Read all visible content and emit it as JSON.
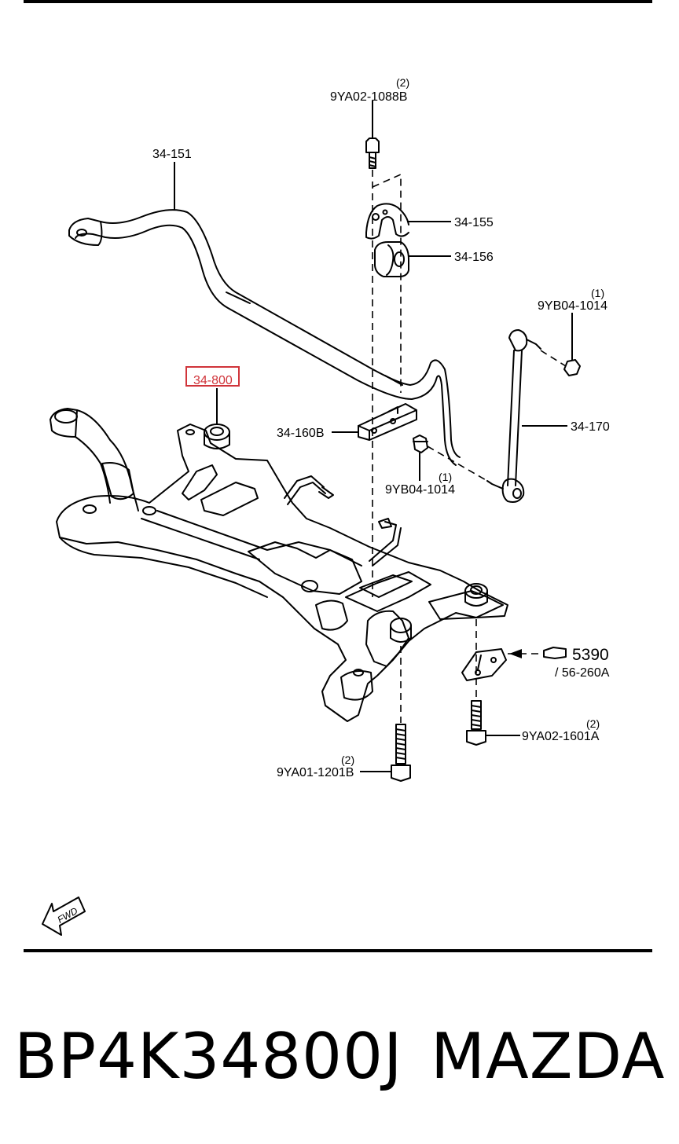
{
  "diagram": {
    "labels": {
      "bolt_top": "9YA02-1088B",
      "bolt_top_qty": "(2)",
      "stabilizer": "34-151",
      "bracket": "34-155",
      "bushing": "34-156",
      "nut_link_top": "9YB04-1014",
      "nut_link_top_qty": "(1)",
      "crossmember": "34-800",
      "link": "34-170",
      "plate": "34-160B",
      "nut_link_bottom": "9YB04-1014",
      "nut_link_bottom_qty": "(1)",
      "ref_section": "5390",
      "ref_sub": "/ 56-260A",
      "bolt_right": "9YA02-1601A",
      "bolt_right_qty": "(2)",
      "bolt_bottom": "9YA01-1201B",
      "bolt_bottom_qty": "(2)",
      "fwd": "FWD"
    },
    "highlight_color": "#d0343a"
  },
  "footer": {
    "part_number": "BP4K34800J",
    "brand": "MAZDA"
  }
}
